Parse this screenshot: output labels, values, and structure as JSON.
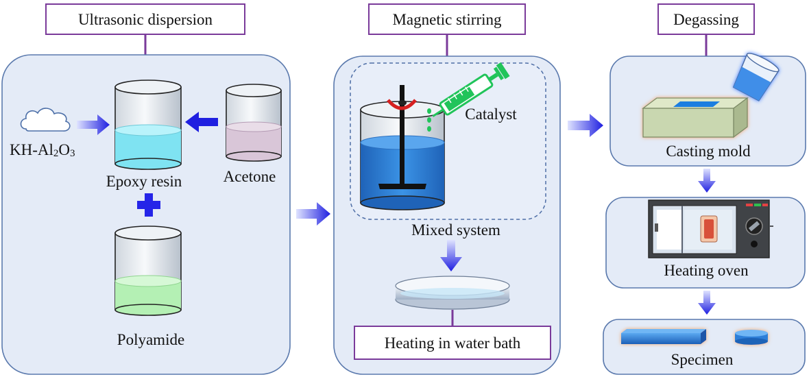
{
  "stages": {
    "ultrasonic": {
      "title": "Ultrasonic dispersion",
      "labels": {
        "kh": "KH-Al",
        "kh_sub1": "2",
        "kh_o": "O",
        "kh_sub2": "3",
        "epoxy": "Epoxy resin",
        "acetone": "Acetone",
        "polyamide": "Polyamide"
      }
    },
    "magnetic": {
      "title": "Magnetic stirring",
      "labels": {
        "catalyst": "Catalyst",
        "mixed": "Mixed system",
        "water_bath": "Heating in water bath"
      }
    },
    "degassing": {
      "title": "Degassing",
      "labels": {
        "casting": "Casting mold",
        "oven": "Heating oven",
        "specimen": "Specimen"
      }
    }
  },
  "colors": {
    "arrow": "#1f1fe0",
    "panel_fill": "#e4ebf7",
    "panel_border": "#5a79ad",
    "title_border": "#7a3a9a",
    "epoxy_liquid": "#7fe3f2",
    "acetone_liquid": "#d9c6d8",
    "polyamide_liquid": "#b4f0b4",
    "mix_liquid": "#2f84d8",
    "syringe": "#21c45a",
    "mold": "#c9d7b0",
    "specimen": "#2f80d8"
  },
  "icons": [
    "cloud-icon",
    "beaker-icon",
    "plus-icon",
    "stirrer-icon",
    "syringe-icon",
    "petri-dish-icon",
    "pouring-cup-icon",
    "casting-mold-icon",
    "oven-icon",
    "specimen-bar-icon",
    "specimen-disc-icon",
    "flow-arrow-icon"
  ]
}
